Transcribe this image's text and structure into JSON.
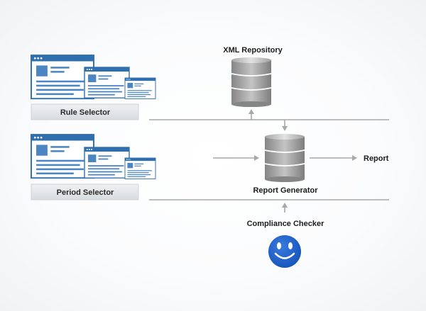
{
  "components": {
    "rule_selector": {
      "label": "Rule Selector",
      "icon": "browser-windows-icon"
    },
    "period_selector": {
      "label": "Period Selector",
      "icon": "browser-windows-icon"
    },
    "xml_repository": {
      "label": "XML Repository",
      "icon": "database-icon"
    },
    "report_generator": {
      "label": "Report Generator",
      "icon": "database-icon"
    },
    "report": {
      "label": "Report"
    },
    "compliance_checker": {
      "label": "Compliance Checker",
      "icon": "smiley-face-icon"
    }
  },
  "colors": {
    "window_blue": "#2f6fae",
    "window_fill": "#ffffff",
    "db_gray": "#9a9a9a",
    "connector_gray": "#a8a8a8",
    "smiley_blue": "#1d5fc8",
    "label_bar": "#e4e6e8"
  }
}
